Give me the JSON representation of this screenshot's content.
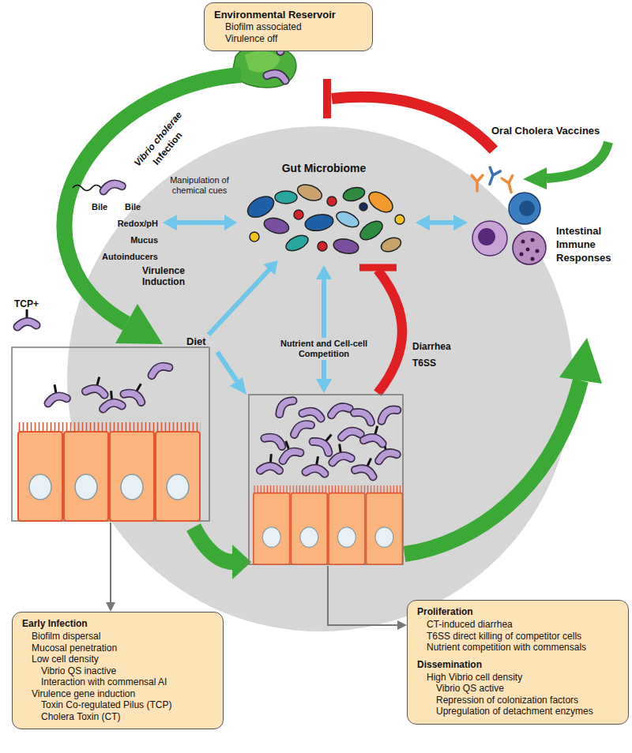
{
  "diagram": {
    "nodes": [
      {
        "text": [
          "Environmental Reservoir",
          "Biofilm associated",
          "Virulence off"
        ]
      },
      {
        "text": [
          "Gut Microbiome"
        ]
      },
      {
        "text": [
          "Diet"
        ]
      },
      {
        "text": [
          "Intestinal Immune Responses"
        ]
      },
      {
        "text": [
          "Oral Cholera Vaccines"
        ]
      },
      {
        "text": [
          "Early Infection",
          "Biofilm dispersal",
          "Mucosal penetration",
          "Low cell density",
          "Vibrio QS inactive",
          "Interaction with commensal AI",
          "Virulence gene induction",
          "Toxin Co-regulated Pilus (TCP)",
          "Cholera Toxin (CT)"
        ]
      },
      {
        "text": [
          "Proliferation",
          "CT-induced diarrhea",
          "T6SS direct killing of competitor cells",
          "Nutrient competition with commensals",
          "Dissemination",
          "High Vibrio cell density",
          "Vibrio QS active",
          "Repression of colonization factors",
          "Upregulation of detachment enzymes"
        ]
      }
    ],
    "edges": [
      {
        "from": 2,
        "to": 1,
        "arrow": "to"
      }
    ],
    "labels": [
      "Vibrio cholerae",
      "Infection",
      "Bile",
      "Bile",
      "Redox/pH",
      "Mucus",
      "Autoinducers",
      "TCP+",
      "Virulence Induction",
      "Manipulation of chemical cues",
      "Nutrient and Cell-cell Competition",
      "Diarrhea",
      "T6SS"
    ]
  }
}
